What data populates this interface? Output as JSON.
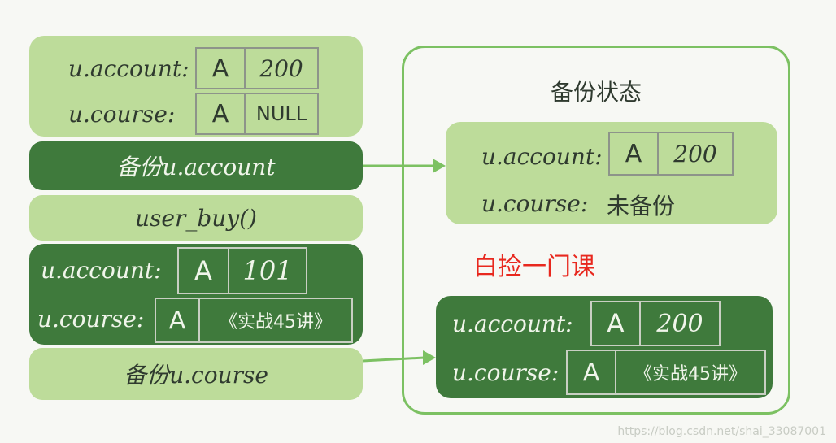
{
  "left_column": {
    "state_initial": {
      "account_label": "u.account:",
      "account_name": "A",
      "account_value": "200",
      "course_label": "u.course:",
      "course_name": "A",
      "course_value": "NULL"
    },
    "step_backup_account": "备份u.account",
    "step_user_buy": "user_buy()",
    "state_after_buy": {
      "account_label": "u.account:",
      "account_name": "A",
      "account_value": "101",
      "course_label": "u.course:",
      "course_name": "A",
      "course_value": "《实战45讲》"
    },
    "step_backup_course": "备份u.course"
  },
  "backup_state": {
    "title": "备份状态",
    "snapshot_1": {
      "account_label": "u.account:",
      "account_name": "A",
      "account_value": "200",
      "course_label": "u.course:",
      "course_value": "未备份"
    },
    "note": "白捡一门课",
    "snapshot_2": {
      "account_label": "u.account:",
      "account_name": "A",
      "account_value": "200",
      "course_label": "u.course:",
      "course_name": "A",
      "course_value": "《实战45讲》"
    }
  },
  "watermark": "https://blog.csdn.net/shai_33087001",
  "colors": {
    "light_green": "#bddc9a",
    "dark_green": "#3f7a3c",
    "frame_green": "#7cc162",
    "note_red": "#e8281e"
  }
}
